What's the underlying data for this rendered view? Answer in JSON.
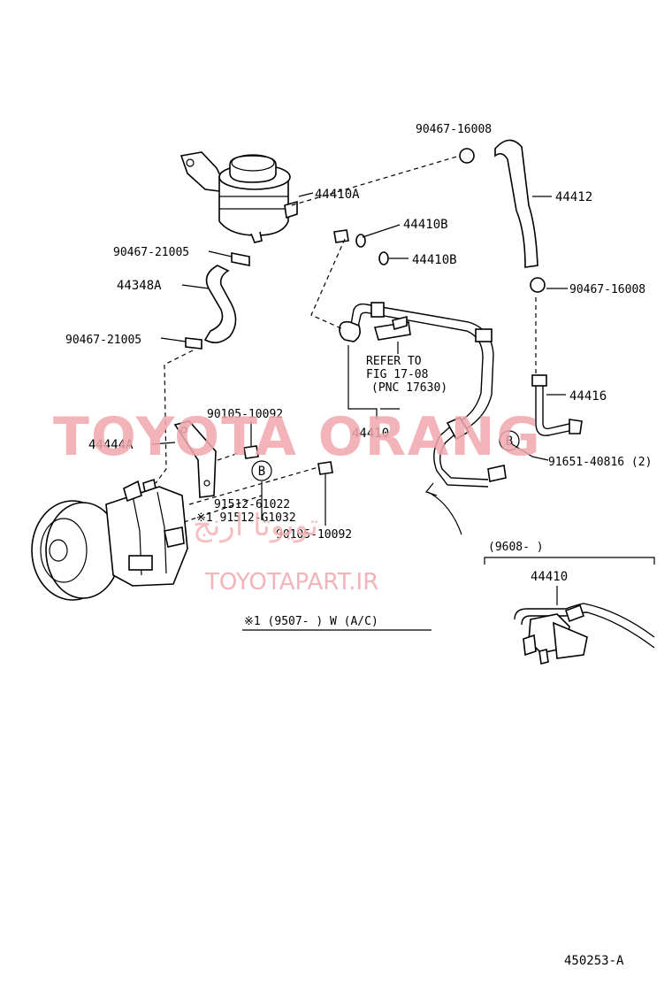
{
  "labels": {
    "clip_top": "90467-16008",
    "hose_44412": "44412",
    "tank_44410a": "44410A",
    "gasket_44410b_1": "44410B",
    "gasket_44410b_2": "44410B",
    "clip_left_top": "90467-21005",
    "hose_44348a": "44348A",
    "clip_left_bottom": "90467-21005",
    "clip_right": "90467-16008",
    "tube_44416": "44416",
    "refer_line1": "REFER TO",
    "refer_line2": "FIG 17-08",
    "refer_line3": "(PNC 17630)",
    "pressure_44410": "44410",
    "bolt_90105_top": "90105-10092",
    "bracket_44444a": "44444A",
    "bolt_91651": "91651-40816 (2)",
    "bolt_91512": "91512-61022",
    "bolt_91512_g": "※1 91512-G1032",
    "bolt_90105_bottom": "90105-10092",
    "callout_b": "B",
    "note_ac": "※1 (9507-        ) W (A/C)",
    "inset_header": "(9608-          )",
    "inset_part": "44410",
    "diagram_id": "450253-A"
  },
  "watermark": {
    "brand": "TOYOTA ORANG",
    "arabic": "تویوتا ارنج",
    "site": "TOYOTAPART.IR",
    "color": "#f0a8ac"
  }
}
